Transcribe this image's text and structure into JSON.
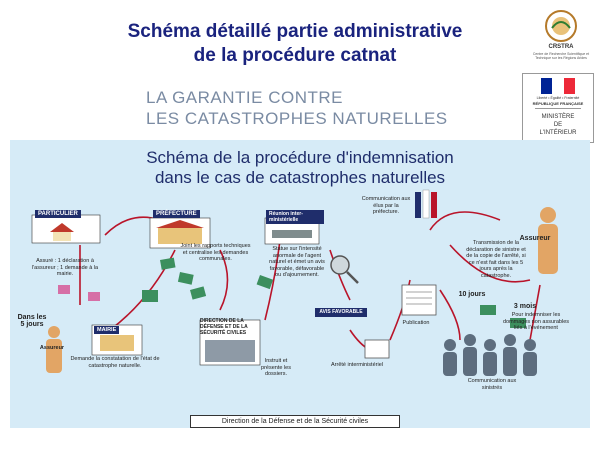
{
  "title": {
    "line1": "Schéma détaillé partie administrative",
    "line2": "de la procédure catnat"
  },
  "logo": {
    "name": "CRSTRA",
    "desc": "Centre de Recherche Scientifique et Technique sur les Régions Arides"
  },
  "banner": {
    "line1": "LA GARANTIE CONTRE",
    "line2": "LES CATASTROPHES NATURELLES"
  },
  "ministry": {
    "motto": "Liberté • Égalité • Fraternité",
    "rf": "RÉPUBLIQUE FRANÇAISE",
    "name1": "MINISTÈRE",
    "name2": "DE",
    "name3": "L'INTÉRIEUR"
  },
  "diagram": {
    "title1": "Schéma de la procédure d'indemnisation",
    "title2": "dans le cas de catastrophes naturelles",
    "particulier": "PARTICULIER",
    "prefecture": "PRÉFECTURE",
    "reunion": "Réunion inter-ministérielle",
    "assureur_top": "Assureur",
    "assure_text": "Assuré : 1 déclaration à l'assureur ; 1 demande à la mairie.",
    "prefecture_text": "Joint les rapports techniques et centralise les demandes communales.",
    "statue_text": "Statue sur l'intensité anormale de l'agent naturel et émet un avis favorable, défavorable ou d'ajournement.",
    "communication_elus": "Communication aux élus par la préfecture.",
    "transmission_text": "Transmission de la déclaration de sinistre et de la copie de l'arrêté, si ce n'est fait dans les 5 jours après la catastrophe.",
    "dans_les": "Dans les 5 jours",
    "assureur_left": "Assureur",
    "mairie": "MAIRIE",
    "mairie_text": "Demande la constatation de l'état de catastrophe naturelle.",
    "direction": "DIRECTION DE LA DÉFENSE ET DE LA SÉCURITÉ CIVILES",
    "direction_text": "Instruit et présente les dossiers.",
    "avis_favorable": "AVIS FAVORABLE",
    "arrete": "Arrêté interministériel",
    "publication": "Publication",
    "dix_jours": "10 jours",
    "trois_mois": "3 mois",
    "trois_mois_text": "Pour indemniser les dommages non assurables liés à l'événement",
    "communication_sinistres": "Communication aux sinistrés"
  },
  "footer": "Direction de la Défense et de la Sécurité civiles",
  "colors": {
    "title": "#1a237e",
    "banner_text": "#7a8ba3",
    "diagram_bg": "#d6ebf7",
    "label_bg": "#1f2d6b",
    "arrow": "#b9142a",
    "flag_blue": "#002395",
    "flag_red": "#ed2939"
  }
}
